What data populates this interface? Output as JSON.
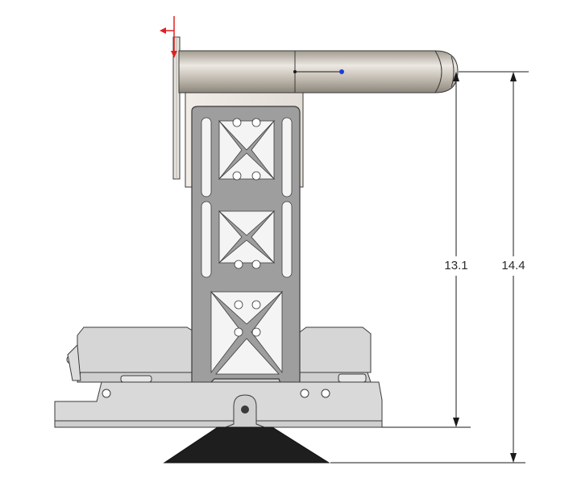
{
  "dimensions": {
    "inner": {
      "value": "13.1"
    },
    "outer": {
      "value": "14.4"
    }
  },
  "colors": {
    "background": "#ffffff",
    "outline": "#3a3a3a",
    "body": "#d3d3d3",
    "tube": "#c7c1b8",
    "triad_x": "#e02020",
    "center_point": "#1f3bd8",
    "base_foot": "#1e1e1e"
  },
  "icons": {
    "triad": "coordinate-triad-icon",
    "center": "center-point-marker"
  }
}
